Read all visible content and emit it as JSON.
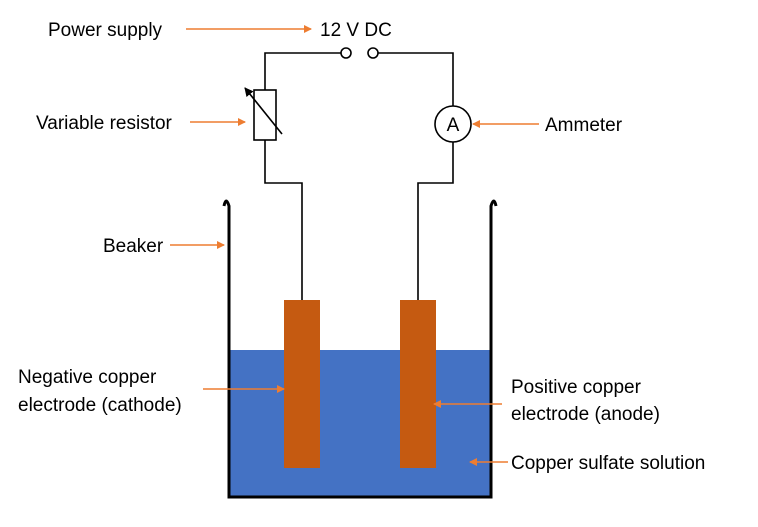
{
  "labels": {
    "power_supply": "Power supply",
    "voltage": "12 V DC",
    "variable_resistor": "Variable resistor",
    "ammeter": "Ammeter",
    "ammeter_symbol": "A",
    "beaker": "Beaker",
    "negative_electrode_line1": "Negative copper",
    "negative_electrode_line2": "electrode (cathode)",
    "positive_electrode_line1": "Positive copper",
    "positive_electrode_line2": "electrode (anode)",
    "solution": "Copper sulfate solution"
  },
  "colors": {
    "solution": "#4472C4",
    "electrode": "#C55A11",
    "arrow": "#ED7D31",
    "wire": "#000000"
  }
}
